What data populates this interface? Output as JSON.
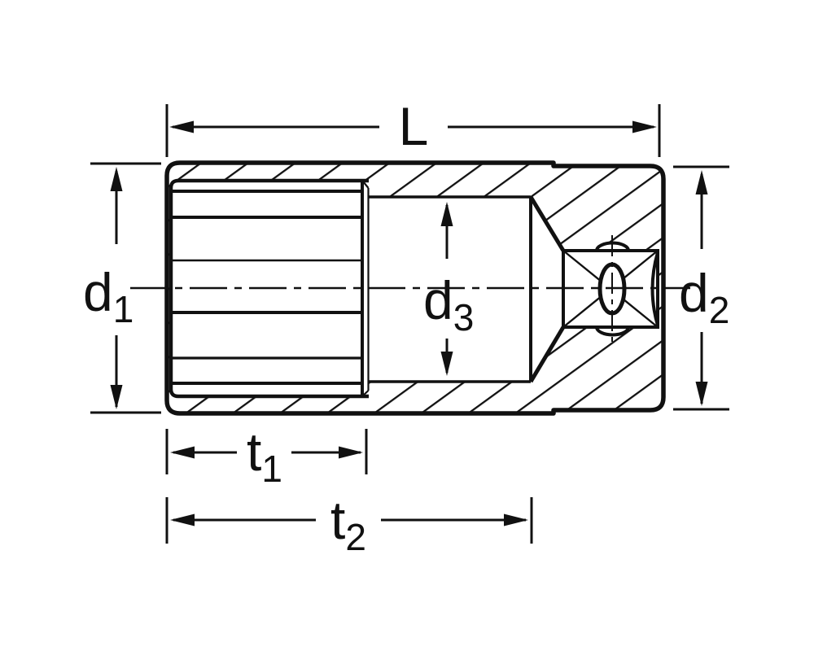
{
  "diagram": {
    "kind": "technical-dimension-drawing",
    "subject": "deep socket longitudinal cross-section with square drive",
    "colors": {
      "ink": "#111111",
      "background": "#ffffff"
    },
    "dimension_labels": {
      "L": {
        "main": "L",
        "sub": ""
      },
      "d1": {
        "main": "d",
        "sub": "1"
      },
      "d2": {
        "main": "d",
        "sub": "2"
      },
      "d3": {
        "main": "d",
        "sub": "3"
      },
      "t1": {
        "main": "t",
        "sub": "1"
      },
      "t2": {
        "main": "t",
        "sub": "2"
      }
    }
  }
}
